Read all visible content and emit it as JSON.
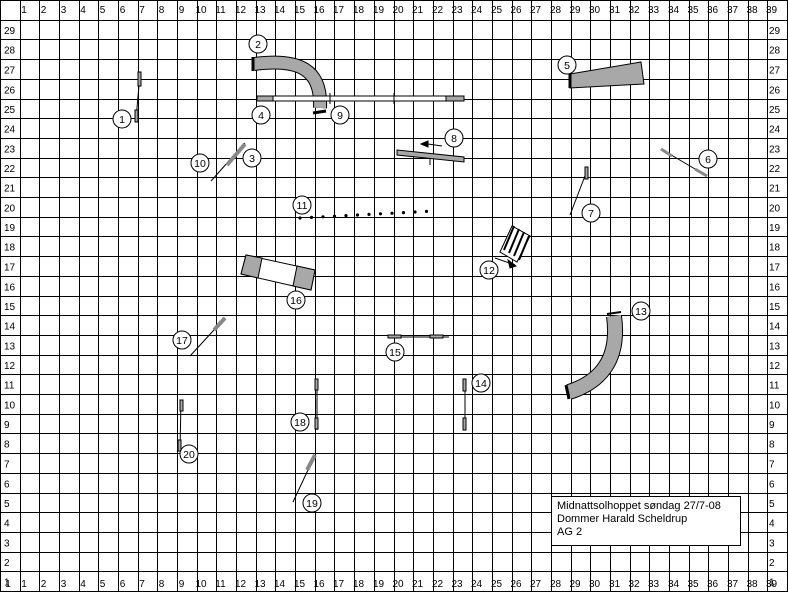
{
  "grid": {
    "columns": 40,
    "rows": 29,
    "top_labels": [
      "1",
      "2",
      "3",
      "4",
      "5",
      "6",
      "7",
      "8",
      "9",
      "10",
      "11",
      "12",
      "13",
      "14",
      "15",
      "16",
      "17",
      "18",
      "19",
      "20",
      "21",
      "22",
      "23",
      "24",
      "25",
      "26",
      "27",
      "28",
      "29",
      "30",
      "31",
      "32",
      "33",
      "34",
      "35",
      "36",
      "37",
      "38",
      "39"
    ],
    "bottom_labels": [
      "1",
      "2",
      "3",
      "4",
      "5",
      "6",
      "7",
      "8",
      "9",
      "10",
      "11",
      "12",
      "13",
      "14",
      "15",
      "16",
      "17",
      "18",
      "19",
      "20",
      "21",
      "22",
      "23",
      "24",
      "25",
      "26",
      "27",
      "28",
      "29",
      "30",
      "31",
      "32",
      "33",
      "34",
      "35",
      "36",
      "37",
      "38",
      "39"
    ],
    "left_labels": [
      "29",
      "28",
      "27",
      "26",
      "25",
      "24",
      "23",
      "22",
      "21",
      "20",
      "19",
      "18",
      "17",
      "16",
      "15",
      "14",
      "13",
      "12",
      "11",
      "10",
      "9",
      "8",
      "7",
      "6",
      "5",
      "4",
      "3",
      "2",
      "1"
    ],
    "right_labels": [
      "29",
      "28",
      "27",
      "26",
      "25",
      "24",
      "23",
      "22",
      "21",
      "20",
      "19",
      "18",
      "17",
      "16",
      "15",
      "14",
      "13",
      "12",
      "11",
      "10",
      "9",
      "8",
      "7",
      "6",
      "5",
      "4",
      "3",
      "2",
      "1"
    ]
  },
  "obstacles": [
    {
      "number": "1",
      "type": "jump"
    },
    {
      "number": "2",
      "type": "tunnel"
    },
    {
      "number": "3",
      "type": "jump"
    },
    {
      "number": "4",
      "type": "dog-walk"
    },
    {
      "number": "5",
      "type": "chute"
    },
    {
      "number": "6",
      "type": "jump"
    },
    {
      "number": "7",
      "type": "jump"
    },
    {
      "number": "8",
      "type": "seesaw"
    },
    {
      "number": "9",
      "type": "tunnel"
    },
    {
      "number": "10",
      "type": "jump"
    },
    {
      "number": "11",
      "type": "weave-poles"
    },
    {
      "number": "12",
      "type": "tire"
    },
    {
      "number": "13",
      "type": "tunnel"
    },
    {
      "number": "14",
      "type": "jump"
    },
    {
      "number": "15",
      "type": "jump"
    },
    {
      "number": "16",
      "type": "table"
    },
    {
      "number": "17",
      "type": "jump"
    },
    {
      "number": "18",
      "type": "jump"
    },
    {
      "number": "19",
      "type": "jump"
    },
    {
      "number": "20",
      "type": "jump"
    }
  ],
  "info_box": {
    "line1": "Midnattsolhoppet søndag 27/7-08",
    "line2": "Dommer Harald Scheldrup",
    "line3": "AG 2"
  },
  "colors": {
    "grid_line": "#000000",
    "equipment_fill": "#a8a8a8",
    "equipment_dark": "#555555"
  }
}
